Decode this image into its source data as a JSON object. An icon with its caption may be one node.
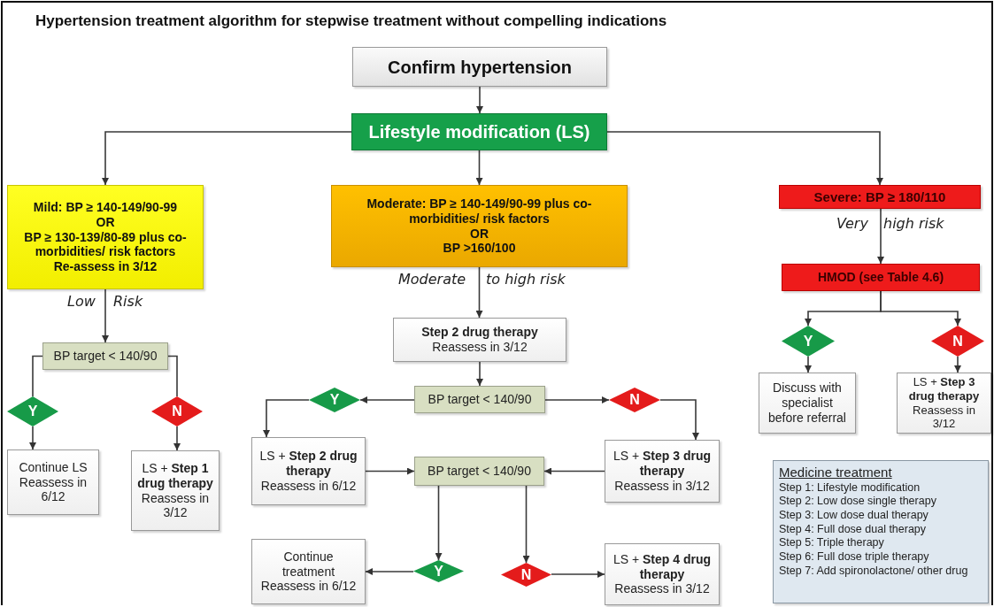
{
  "diagram": {
    "title": "Hypertension treatment algorithm for stepwise treatment without compelling indications",
    "nodes": [
      {
        "text": [
          "Confirm hypertension"
        ]
      },
      {
        "text": [
          "Lifestyle modification (LS)"
        ]
      },
      {
        "text": [
          "Mild: BP ≥ 140-149/90-99",
          "OR",
          "BP ≥ 130-139/80-89 plus co-morbidities/ risk factors",
          "Re-assess in 3/12"
        ]
      },
      {
        "text": [
          "Moderate: BP ≥ 140-149/90-99 plus co-morbidities/ risk factors",
          "OR",
          "BP >160/100"
        ]
      },
      {
        "text": [
          "Severe: BP ≥ 180/110"
        ]
      },
      {
        "text": [
          "BP target < 140/90"
        ]
      },
      {
        "text": [
          "Y"
        ]
      },
      {
        "text": [
          "N"
        ]
      },
      {
        "text": [
          "Continue LS",
          "Reassess in 6/12"
        ]
      },
      {
        "text": [
          "LS + **Step 1 drug therapy**",
          "Reassess in 3/12"
        ]
      },
      {
        "text": [
          "Step 2 drug therapy",
          "Reassess in 3/12"
        ]
      },
      {
        "text": [
          "BP target < 140/90"
        ]
      },
      {
        "text": [
          "Y"
        ]
      },
      {
        "text": [
          "N"
        ]
      },
      {
        "text": [
          "LS + **Step 2 drug therapy**",
          "Reassess in 6/12"
        ]
      },
      {
        "text": [
          "LS + **Step 3 drug therapy**",
          "Reassess in 3/12"
        ]
      },
      {
        "text": [
          "BP target < 140/90"
        ]
      },
      {
        "text": [
          "Continue treatment",
          "Reassess in 6/12"
        ]
      },
      {
        "text": [
          "Y"
        ]
      },
      {
        "text": [
          "N"
        ]
      },
      {
        "text": [
          "LS + **Step 4 drug therapy**",
          "Reassess in 3/12"
        ]
      },
      {
        "text": [
          "HMOD (see Table 4.6)"
        ]
      },
      {
        "text": [
          "Y"
        ]
      },
      {
        "text": [
          "N"
        ]
      },
      {
        "text": [
          "Discuss with specialist before referral"
        ]
      },
      {
        "text": [
          "LS + **Step 3 drug therapy**",
          "Reassess in 3/12"
        ]
      },
      {
        "text": [
          "Medicine treatment",
          "Step 1: Lifestyle modification",
          "Step 2: Low dose single therapy",
          "Step 3: Low dose dual therapy",
          "Step 4: Full dose dual therapy",
          "Step 5: Triple therapy",
          "Step 6: Full dose triple therapy",
          "Step 7: Add spironolactone/ other drug"
        ]
      }
    ],
    "edges": [
      {
        "from": 0,
        "to": 1,
        "arrow": "to"
      },
      {
        "from": 1,
        "to": 2,
        "arrow": "to"
      },
      {
        "from": 1,
        "to": 3,
        "arrow": "to"
      },
      {
        "from": 1,
        "to": 4,
        "arrow": "to"
      },
      {
        "from": 2,
        "to": 5,
        "arrow": "to"
      },
      {
        "from": 5,
        "to": 6,
        "arrow": "none"
      },
      {
        "from": 5,
        "to": 7,
        "arrow": "none"
      },
      {
        "from": 6,
        "to": 8,
        "arrow": "to"
      },
      {
        "from": 7,
        "to": 9,
        "arrow": "to"
      },
      {
        "from": 3,
        "to": 10,
        "arrow": "to"
      },
      {
        "from": 10,
        "to": 11,
        "arrow": "to"
      },
      {
        "from": 11,
        "to": 12,
        "arrow": "to"
      },
      {
        "from": 11,
        "to": 13,
        "arrow": "to"
      },
      {
        "from": 12,
        "to": 14,
        "arrow": "to"
      },
      {
        "from": 13,
        "to": 15,
        "arrow": "to"
      },
      {
        "from": 14,
        "to": 16,
        "arrow": "to"
      },
      {
        "from": 15,
        "to": 16,
        "arrow": "to"
      },
      {
        "from": 16,
        "to": 18,
        "arrow": "to"
      },
      {
        "from": 16,
        "to": 19,
        "arrow": "to"
      },
      {
        "from": 18,
        "to": 17,
        "arrow": "to"
      },
      {
        "from": 19,
        "to": 20,
        "arrow": "to"
      },
      {
        "from": 4,
        "to": 21,
        "arrow": "to"
      },
      {
        "from": 21,
        "to": 22,
        "arrow": "to"
      },
      {
        "from": 21,
        "to": 23,
        "arrow": "to"
      },
      {
        "from": 22,
        "to": 24,
        "arrow": "to"
      },
      {
        "from": 23,
        "to": 25,
        "arrow": "to"
      }
    ],
    "labels": [
      "Low",
      "Risk",
      "Moderate",
      "to high risk",
      "Very",
      "high risk"
    ]
  }
}
